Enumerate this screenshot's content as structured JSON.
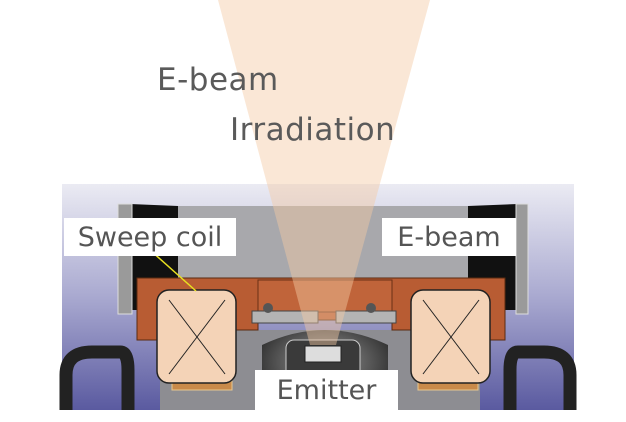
{
  "title": {
    "line1": "E-beam",
    "line2": "Irradiation"
  },
  "labels": {
    "sweep_coil": "Sweep coil",
    "ebeam": "E-beam",
    "emitter": "Emitter"
  },
  "colors": {
    "beam": "#f3c9a4",
    "coil_housing": "#b85c33",
    "coil": "#f4d3b7",
    "leader_line": "#e8e020",
    "text": "#555555"
  }
}
